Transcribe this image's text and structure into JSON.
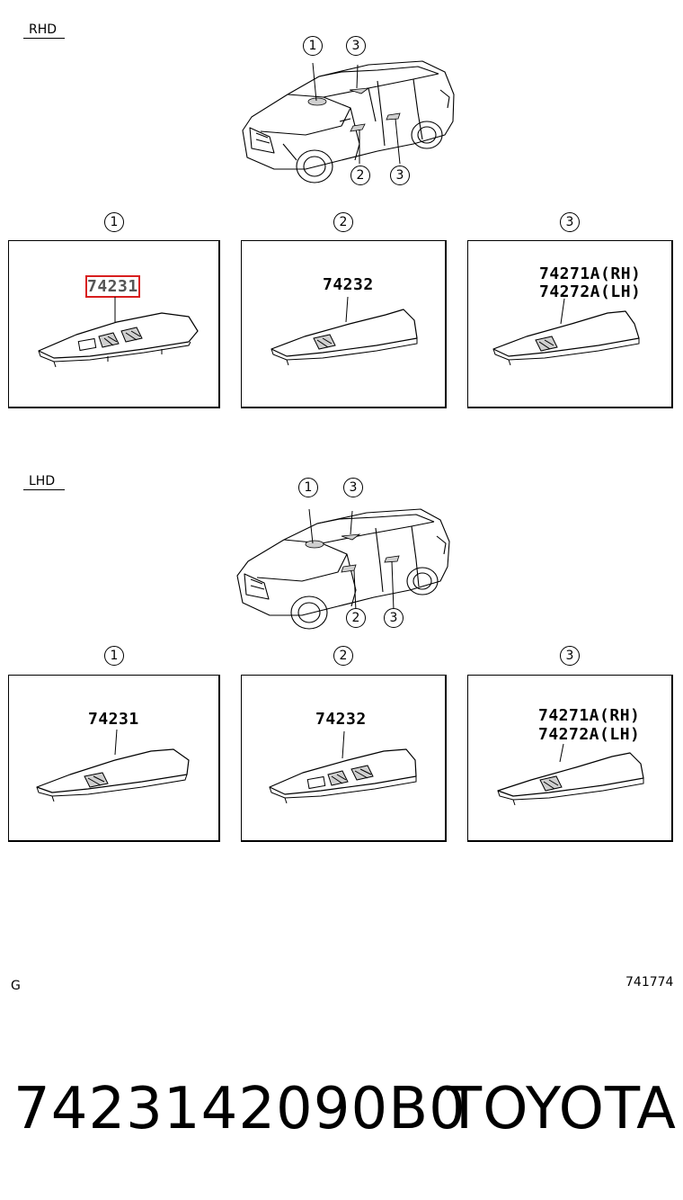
{
  "sections": {
    "rhd": {
      "label": "RHD",
      "car_callouts": [
        "1",
        "3",
        "2",
        "3"
      ],
      "panel_headers": [
        "1",
        "2",
        "3"
      ],
      "panels": [
        {
          "part": "74231",
          "highlighted": true
        },
        {
          "part": "74232"
        },
        {
          "part_rh": "74271A(RH)",
          "part_lh": "74272A(LH)"
        }
      ]
    },
    "lhd": {
      "label": "LHD",
      "car_callouts": [
        "1",
        "3",
        "2",
        "3"
      ],
      "panel_headers": [
        "1",
        "2",
        "3"
      ],
      "panels": [
        {
          "part": "74231"
        },
        {
          "part": "74232"
        },
        {
          "part_rh": "74271A(RH)",
          "part_lh": "74272A(LH)"
        }
      ]
    }
  },
  "footer": {
    "left_code": "G",
    "diagram_id": "741774",
    "part_number": "7423142090B0",
    "brand": "TOYOTA"
  },
  "colors": {
    "highlight": "#d81e1e",
    "line": "#000000"
  }
}
